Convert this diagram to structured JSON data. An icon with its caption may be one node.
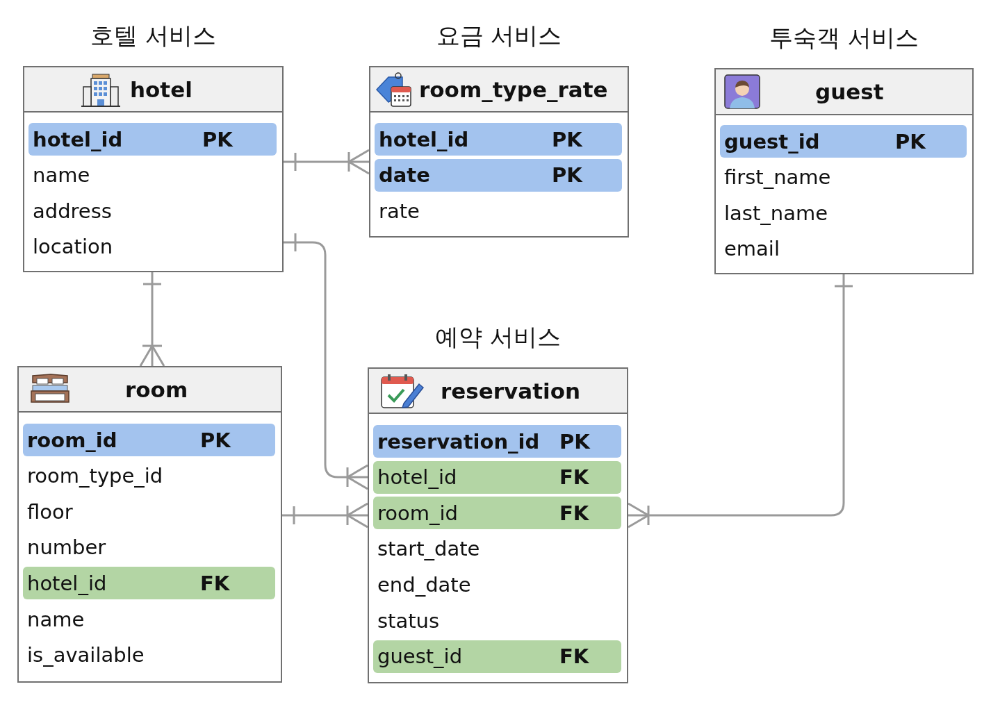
{
  "diagram": {
    "nodes": [
      {
        "text": [
          "호텔 서비스",
          "hotel"
        ]
      },
      {
        "text": [
          "hotel_id",
          "PK"
        ],
        "in": 0
      },
      {
        "text": [
          "name"
        ],
        "in": 0
      },
      {
        "text": [
          "address"
        ],
        "in": 0
      },
      {
        "text": [
          "location"
        ],
        "in": 0
      },
      {
        "text": [
          "요금 서비스",
          "room_type_rate"
        ]
      },
      {
        "text": [
          "hotel_id",
          "PK"
        ],
        "in": 5
      },
      {
        "text": [
          "date",
          "PK"
        ],
        "in": 5
      },
      {
        "text": [
          "rate"
        ],
        "in": 5
      },
      {
        "text": [
          "투숙객 서비스",
          "guest"
        ]
      },
      {
        "text": [
          "guest_id",
          "PK"
        ],
        "in": 9
      },
      {
        "text": [
          "first_name"
        ],
        "in": 9
      },
      {
        "text": [
          "last_name"
        ],
        "in": 9
      },
      {
        "text": [
          "email"
        ],
        "in": 9
      },
      {
        "text": [
          "room"
        ]
      },
      {
        "text": [
          "room_id",
          "PK"
        ],
        "in": 14
      },
      {
        "text": [
          "room_type_id"
        ],
        "in": 14
      },
      {
        "text": [
          "floor"
        ],
        "in": 14
      },
      {
        "text": [
          "number"
        ],
        "in": 14
      },
      {
        "text": [
          "hotel_id",
          "FK"
        ],
        "in": 14
      },
      {
        "text": [
          "name"
        ],
        "in": 14
      },
      {
        "text": [
          "is_available"
        ],
        "in": 14
      },
      {
        "text": [
          "예약 서비스",
          "reservation"
        ]
      },
      {
        "text": [
          "reservation_id",
          "PK"
        ],
        "in": 22
      },
      {
        "text": [
          "hotel_id",
          "FK"
        ],
        "in": 22
      },
      {
        "text": [
          "room_id",
          "FK"
        ],
        "in": 22
      },
      {
        "text": [
          "start_date"
        ],
        "in": 22
      },
      {
        "text": [
          "end_date"
        ],
        "in": 22
      },
      {
        "text": [
          "status"
        ],
        "in": 22
      },
      {
        "text": [
          "guest_id",
          "FK"
        ],
        "in": 22
      }
    ],
    "edges": [
      {
        "from": 0,
        "to": 5,
        "arrow": "other"
      },
      {
        "from": 0,
        "to": 14,
        "arrow": "other"
      },
      {
        "from": 0,
        "to": 22,
        "arrow": "other"
      },
      {
        "from": 14,
        "to": 22,
        "arrow": "other"
      },
      {
        "from": 9,
        "to": 22,
        "arrow": "other"
      }
    ]
  }
}
